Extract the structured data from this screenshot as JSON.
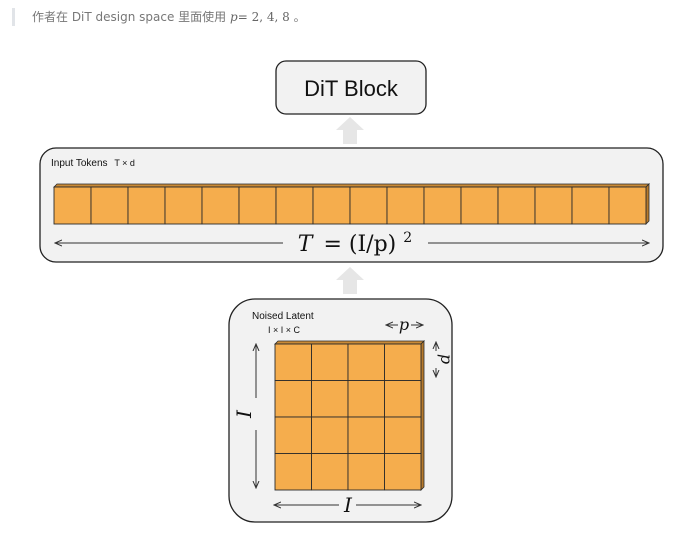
{
  "note": {
    "prefix": "作者在 DiT design space 里面使用",
    "math_var": "p",
    "math_values": "= 2, 4, 8",
    "suffix": "。"
  },
  "diagram": {
    "dit_block_label": "DiT Block",
    "input_tokens_label": "Input Tokens",
    "input_tokens_shape": "T × d",
    "token_count_formula_lhs": "T",
    "token_count_formula_rhs": "= (I/p)",
    "token_count_formula_exp": "2",
    "noised_latent_label": "Noised Latent",
    "noised_latent_shape": "I × I × C",
    "patch_size_symbol": "p",
    "latent_size_symbol": "I",
    "token_cells": 16,
    "grid_rows": 4,
    "grid_cols": 4,
    "colors": {
      "token_fill": "#F5AD4D",
      "token_stroke": "#2b2b2b",
      "panel_fill": "#F2F2F2",
      "panel_stroke": "#222222",
      "arrow_fill": "#E6E6E6"
    }
  }
}
